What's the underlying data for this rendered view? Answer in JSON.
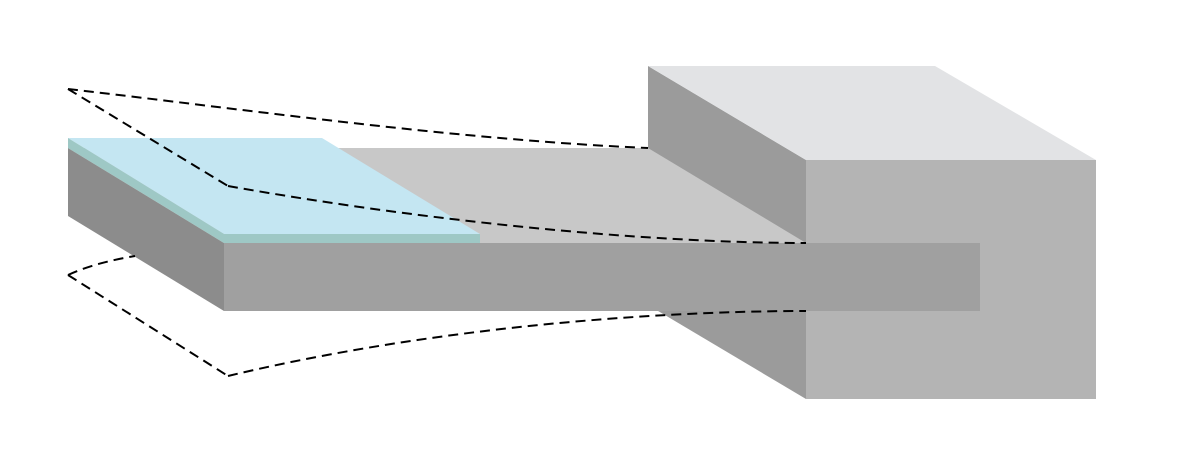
{
  "diagram": {
    "colors": {
      "background": "#ffffff",
      "block_top": "#e2e3e5",
      "block_front": "#b4b4b4",
      "block_left": "#9b9b9b",
      "beam_top": "#c8c8c8",
      "beam_front": "#a0a0a0",
      "beam_end": "#8c8c8c",
      "coating_top": "#c4e6f2",
      "coating_edge": "#9ec8c5",
      "deflection_outline": "#000000"
    },
    "parts": {
      "clamp_block": "support-block",
      "cantilever_beam": "beam",
      "surface_coating": "coating-layer",
      "deflected_shape": "dashed-outline"
    }
  }
}
